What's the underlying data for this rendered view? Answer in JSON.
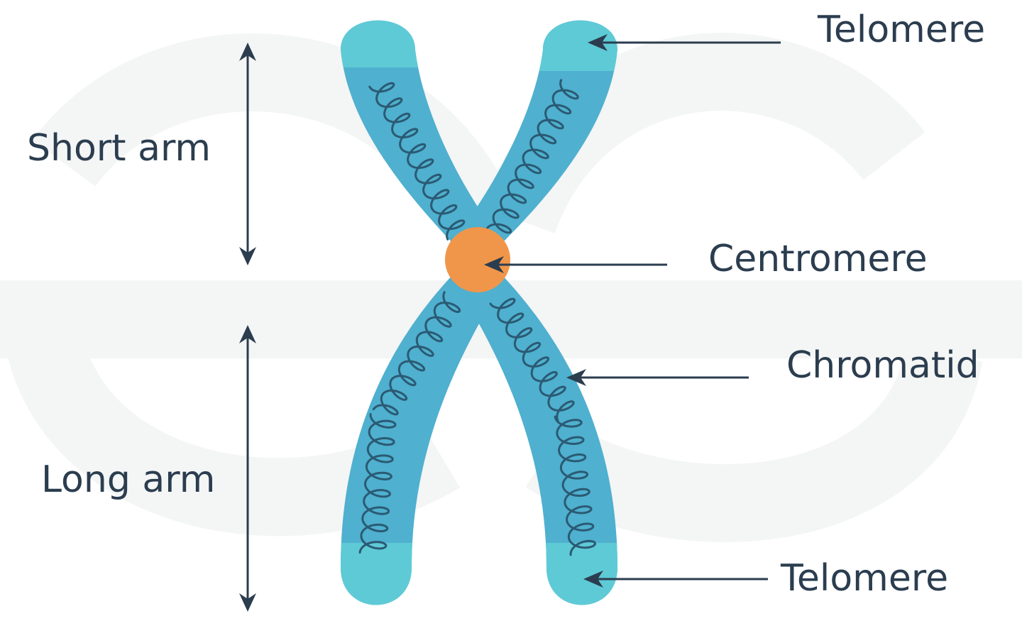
{
  "labels": {
    "short_arm": "Short arm",
    "long_arm": "Long arm",
    "telomere_top": "Telomere",
    "centromere": "Centromere",
    "chromatid": "Chromatid",
    "telomere_bottom": "Telomere"
  },
  "colors": {
    "chromatid_body": "#4fb0cf",
    "telomere_tip": "#5ecad6",
    "dna_coil": "#2b5a73",
    "centromere": "#f0964a",
    "arrow": "#2b3d4f",
    "label_text": "#2b3d4f",
    "watermark": "#f4f5f5"
  }
}
